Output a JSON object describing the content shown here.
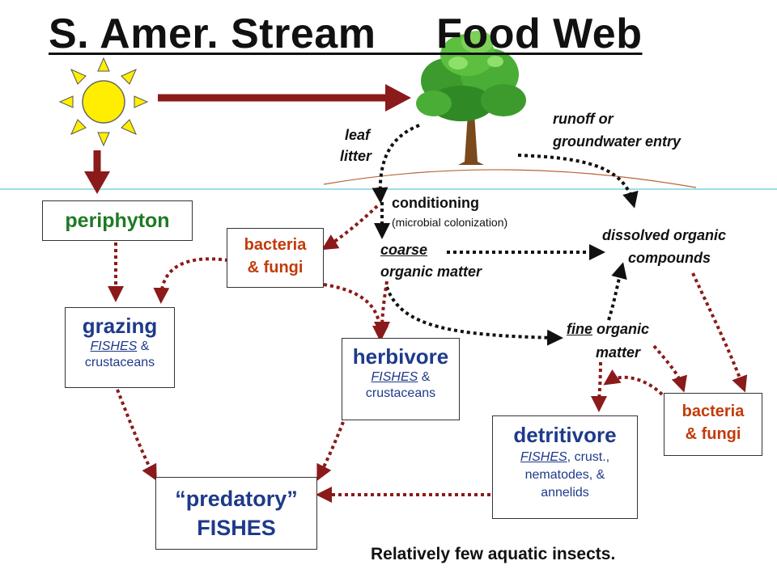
{
  "title": "S. Amer. Stream     Food Web",
  "colors": {
    "arrow_dark_red": "#8b1a1a",
    "arrow_black": "#111111",
    "periphyton_green": "#1e7a24",
    "consumer_blue": "#1e3a8a",
    "decomposer_orange": "#c23b0a",
    "sun_yellow": "#ffee00",
    "horizon_cyan": "#7fd4e0",
    "ground_line": "#b8643a"
  },
  "icons": {
    "sun": "sun-icon",
    "tree": "tree-icon"
  },
  "nodes": {
    "periphyton": {
      "label": "periphyton"
    },
    "bacteria_fungi_1": {
      "line1": "bacteria",
      "line2": "& fungi"
    },
    "bacteria_fungi_2": {
      "line1": "bacteria",
      "line2": "& fungi"
    },
    "grazing": {
      "head": "grazing",
      "sub1_u": "FISHES",
      "sub1_rest": " &",
      "sub2": "crustaceans"
    },
    "herbivore": {
      "head": "herbivore",
      "sub1_u": "FISHES",
      "sub1_rest": " &",
      "sub2": "crustaceans"
    },
    "detritivore": {
      "head": "detritivore",
      "sub1_u": "FISHES",
      "sub1_rest": ", crust.,",
      "sub2": "nematodes, &",
      "sub3": "annelids"
    },
    "predatory": {
      "line1": "“predatory”",
      "line2": "FISHES"
    }
  },
  "labels": {
    "leaf_litter_1": "leaf",
    "leaf_litter_2": "litter",
    "runoff_1": "runoff or",
    "runoff_2": "groundwater entry",
    "conditioning": "conditioning",
    "microbial": "(microbial colonization)",
    "coarse_u": "coarse",
    "coarse_rest": "organic matter",
    "dom_1": "dissolved organic",
    "dom_2": "compounds",
    "fine_u": "fine",
    "fine_rest": " organic",
    "fine_2": "matter"
  },
  "footnote": "Relatively few aquatic insects."
}
